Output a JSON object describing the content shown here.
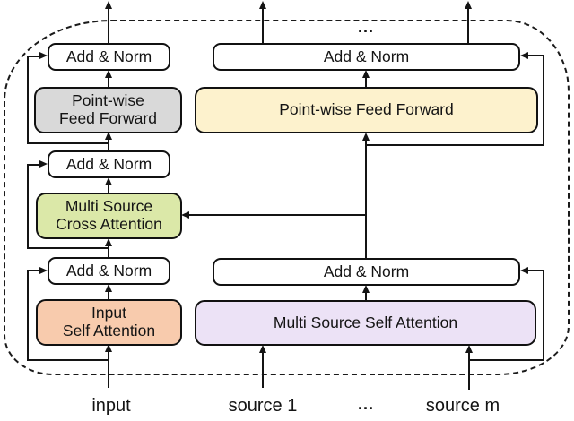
{
  "blocks": {
    "addnorm_left_top": {
      "label": "Add & Norm"
    },
    "ff_left": {
      "line1": "Point-wise",
      "line2": "Feed Forward"
    },
    "addnorm_left_mid": {
      "label": "Add & Norm"
    },
    "cross_attention": {
      "line1": "Multi Source",
      "line2": "Cross Attention"
    },
    "addnorm_left_bottom": {
      "label": "Add & Norm"
    },
    "input_self_attention": {
      "line1": "Input",
      "line2": "Self Attention"
    },
    "addnorm_right_top": {
      "label": "Add & Norm"
    },
    "ff_right": {
      "label": "Point-wise Feed Forward"
    },
    "addnorm_right_bottom": {
      "label": "Add & Norm"
    },
    "multi_source_self_attention": {
      "label": "Multi Source Self Attention"
    }
  },
  "io_labels": {
    "input": "input",
    "source_1": "source 1",
    "dots_bottom": "...",
    "source_m": "source m",
    "dots_top": "..."
  },
  "colors": {
    "line": "#141414",
    "addnorm_bg": "#ffffff",
    "ff_left_bg": "#d9d9d9",
    "ff_right_bg": "#fdf2cd",
    "cross_attention_bg": "#dbe8a8",
    "input_self_attention_bg": "#f8cbad",
    "multi_source_self_attention_bg": "#ece2f6"
  }
}
